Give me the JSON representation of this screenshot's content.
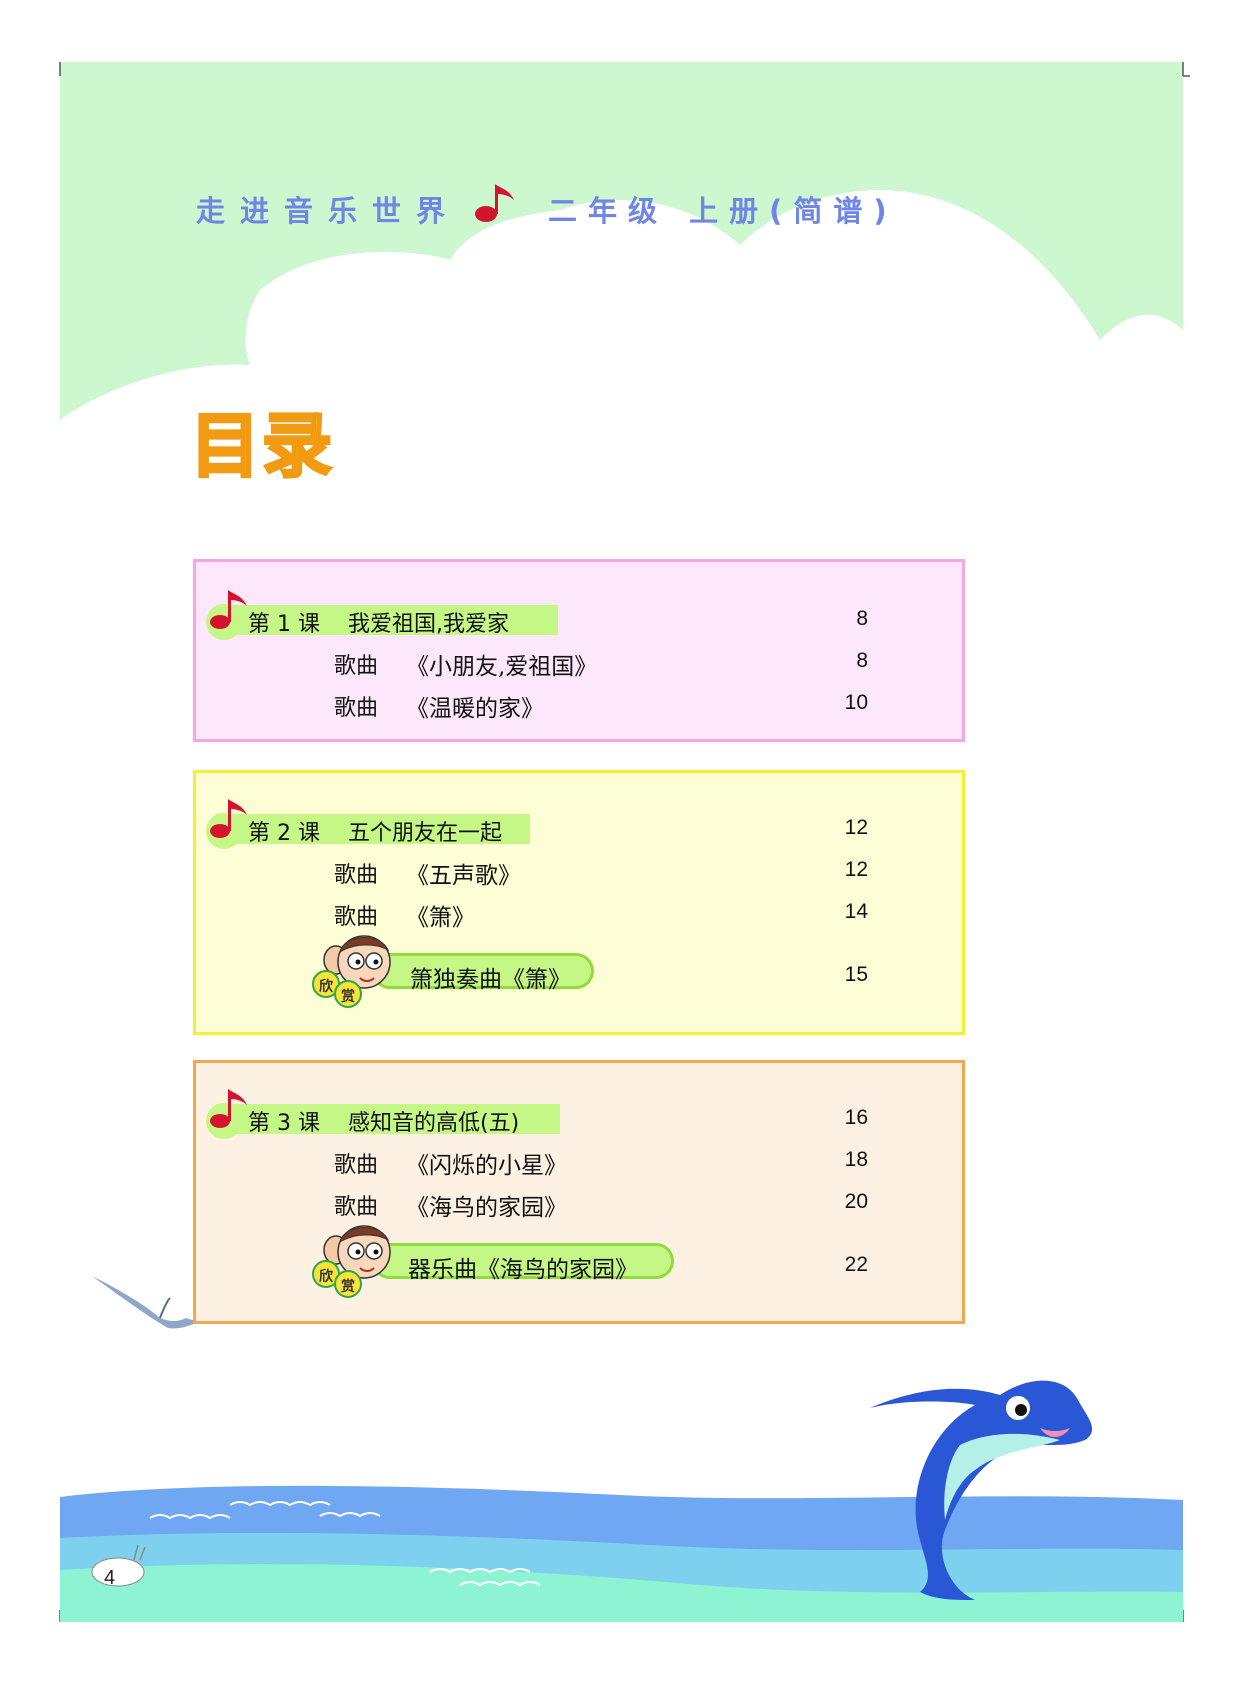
{
  "header": {
    "series_title": "走进音乐世界",
    "grade_title": "二年级 上册(简谱)"
  },
  "toc_heading": "目录",
  "lessons": [
    {
      "label": "第 1 课",
      "title": "我爱祖国,我爱家",
      "page": "8",
      "songs": [
        {
          "kind": "歌曲",
          "title": "《小朋友,爱祖国》",
          "page": "8"
        },
        {
          "kind": "歌曲",
          "title": "《温暖的家》",
          "page": "10"
        }
      ]
    },
    {
      "label": "第 2 课",
      "title": "五个朋友在一起",
      "page": "12",
      "songs": [
        {
          "kind": "歌曲",
          "title": "《五声歌》",
          "page": "12"
        },
        {
          "kind": "歌曲",
          "title": "《箫》",
          "page": "14"
        }
      ],
      "appreciation": {
        "badge": [
          "欣",
          "赏"
        ],
        "title": "箫独奏曲《箫》",
        "page": "15"
      }
    },
    {
      "label": "第 3 课",
      "title": "感知音的高低(五)",
      "page": "16",
      "songs": [
        {
          "kind": "歌曲",
          "title": "《闪烁的小星》",
          "page": "18"
        },
        {
          "kind": "歌曲",
          "title": "《海鸟的家园》",
          "page": "20"
        }
      ],
      "appreciation": {
        "badge": [
          "欣",
          "赏"
        ],
        "title": "器乐曲《海鸟的家园》",
        "page": "22"
      }
    }
  ],
  "page_number": "4",
  "colors": {
    "cloud_green": "#ccf7cf",
    "title_blue": "#6f86e6",
    "heading_yellow": "#f7c53a",
    "lesson_bar_green": "#c4f786",
    "box1_border": "#f4a6e6",
    "box2_border": "#f7f030",
    "box3_border": "#f4a84d",
    "sea_blue": "#6fa7f2",
    "sea_teal": "#8ef3d3",
    "dolphin_blue": "#2a57d6"
  }
}
